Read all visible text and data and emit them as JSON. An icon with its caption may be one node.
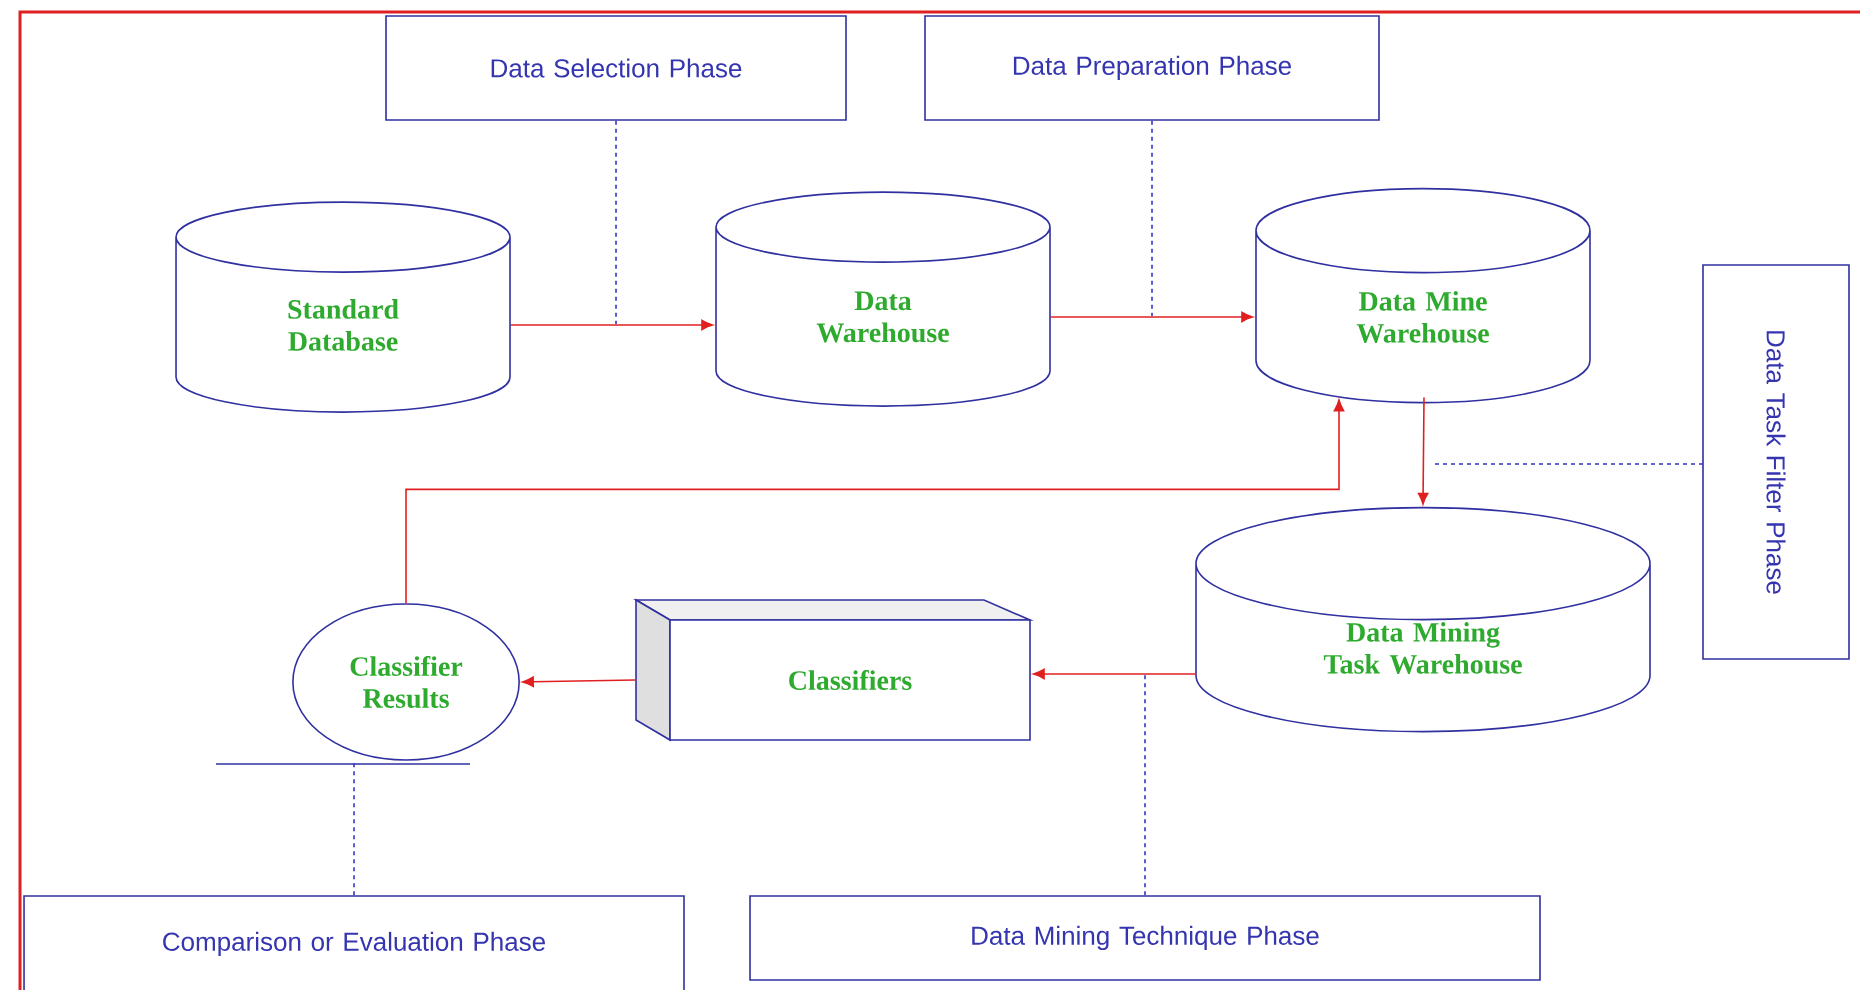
{
  "diagram": {
    "nodes": [
      {
        "text": [
          "Data Selection Phase"
        ]
      },
      {
        "text": [
          "Data Preparation Phase"
        ]
      },
      {
        "text": [
          "Standard Database"
        ]
      },
      {
        "text": [
          "Data Warehouse"
        ]
      },
      {
        "text": [
          "Data Mine Warehouse"
        ]
      },
      {
        "text": [
          "Data Task Filter Phase"
        ]
      },
      {
        "text": [
          "Classifier Results"
        ]
      },
      {
        "text": [
          "Classifiers"
        ]
      },
      {
        "text": [
          "Data Mining Task Warehouse"
        ]
      },
      {
        "text": [
          "Comparison or Evaluation Phase"
        ]
      },
      {
        "text": [
          "Data Mining Technique Phase"
        ]
      }
    ],
    "edges": [
      {
        "from": 2,
        "to": 3,
        "arrow": "to"
      },
      {
        "from": 3,
        "to": 4,
        "arrow": "to"
      },
      {
        "from": 4,
        "to": 8,
        "arrow": "to"
      },
      {
        "from": 8,
        "to": 7,
        "arrow": "to"
      },
      {
        "from": 7,
        "to": 6,
        "arrow": "to"
      },
      {
        "from": 6,
        "to": 4,
        "arrow": "to"
      },
      {
        "from": 0,
        "to": null,
        "arrow": "none",
        "style": "dashed",
        "color": "#3333cc"
      },
      {
        "from": 1,
        "to": null,
        "arrow": "none",
        "style": "dashed",
        "color": "#3333cc"
      },
      {
        "from": 5,
        "to": null,
        "arrow": "none",
        "style": "dashed",
        "color": "#3333cc"
      },
      {
        "from": 10,
        "to": null,
        "arrow": "none",
        "style": "dashed",
        "color": "#3333cc"
      },
      {
        "from": 9,
        "to": 6,
        "arrow": "none",
        "style": "dashed",
        "color": "#3333cc"
      }
    ]
  }
}
